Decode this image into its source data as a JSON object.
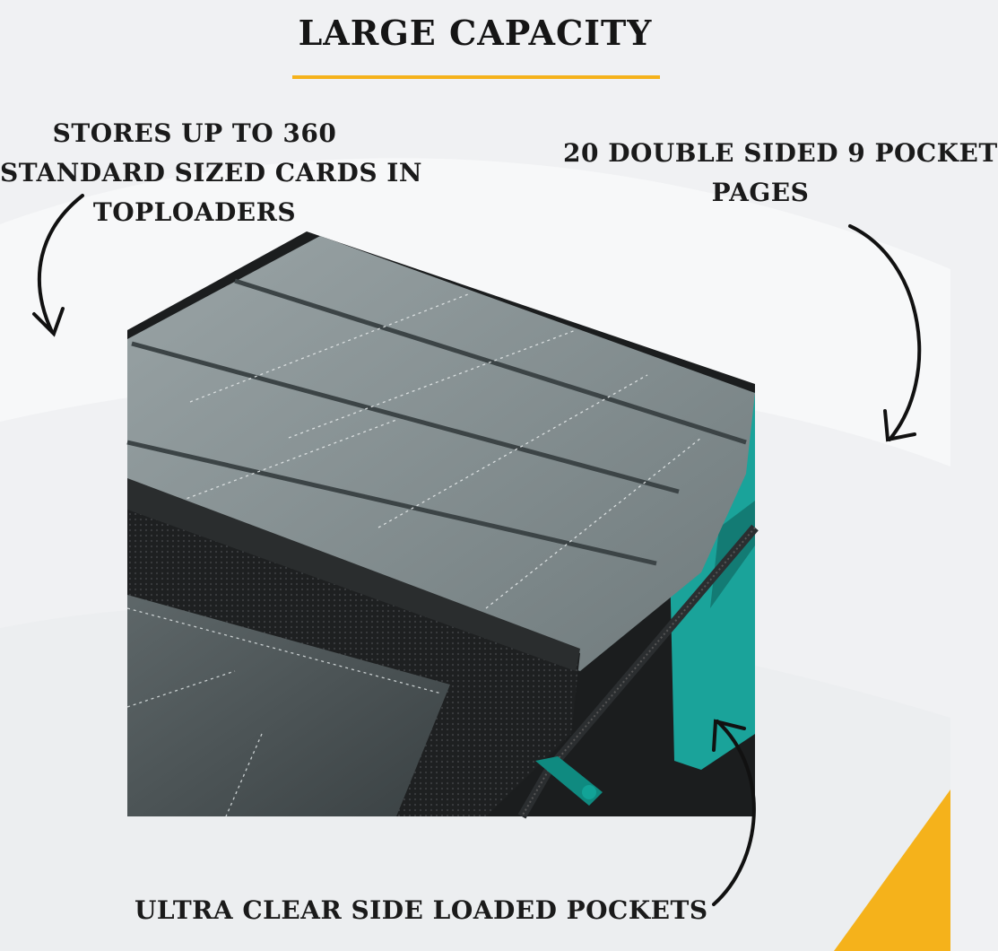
{
  "title": "LARGE CAPACITY",
  "callouts": {
    "top_left": [
      "STORES UP TO 360",
      "STANDARD SIZED CARDS IN",
      "TOPLOADERS"
    ],
    "top_right": [
      "20 DOUBLE SIDED 9 POCKET",
      "PAGES"
    ],
    "bottom": "ULTRA CLEAR SIDE LOADED POCKETS"
  },
  "colors": {
    "accent": "#f5b21b",
    "background": "#f0f1f3",
    "binder_trim": "#1aa39a",
    "binder_body": "#1b1d1e"
  },
  "icons": [
    "curved-arrow-icon",
    "curved-arrow-icon",
    "curved-arrow-icon"
  ]
}
